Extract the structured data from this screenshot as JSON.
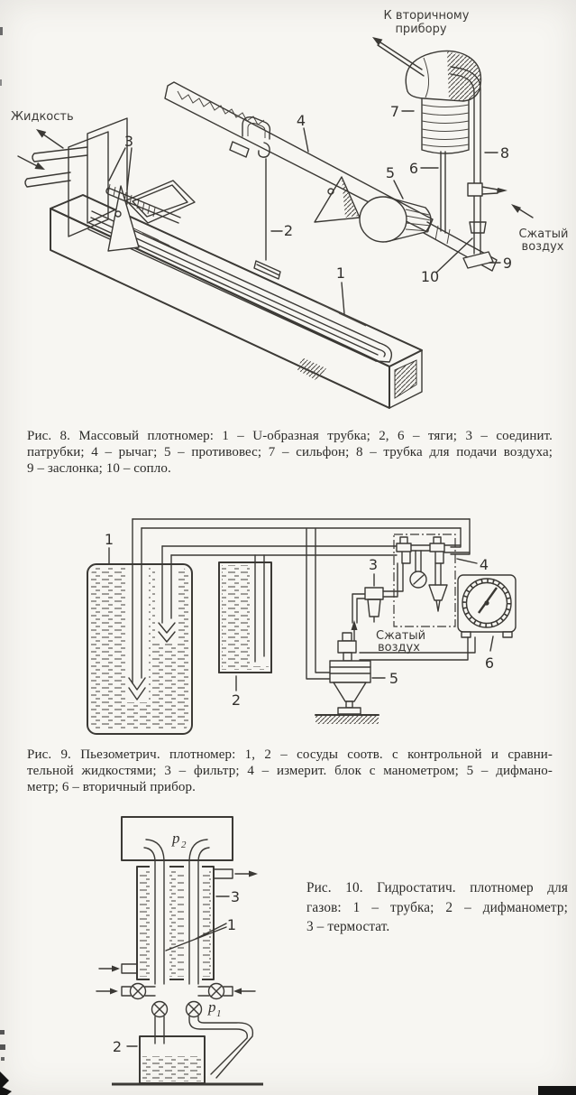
{
  "page": {
    "background": "#f7f6f2",
    "ink": "#3b3935"
  },
  "fig8": {
    "labels": {
      "liquid": "Жидкость",
      "secondary1": "К вторичному",
      "secondary2": "прибору",
      "air1": "Сжатый",
      "air2": "воздух",
      "n1": "1",
      "n2": "2",
      "n3": "3",
      "n4": "4",
      "n5": "5",
      "n6": "6",
      "n7": "7",
      "n8": "8",
      "n9": "9",
      "n10": "10"
    },
    "caption": [
      "Рис. 8. Массовый плотномер: 1 – U-образная трубка; 2, 6 – тяги; 3 – соединит.",
      "патрубки; 4 – рычаг; 5 – противовес; 7 – сильфон; 8 – трубка для подачи воздуха;",
      "9 – заслонка; 10 – сопло."
    ]
  },
  "fig9": {
    "labels": {
      "air1": "Сжатый",
      "air2": "воздух",
      "n1": "1",
      "n2": "2",
      "n3": "3",
      "n4": "4",
      "n5": "5",
      "n6": "6"
    },
    "caption": [
      "Рис. 9. Пьезометрич. плотномер: 1, 2 – сосуды соотв. с контрольной и сравни-",
      "тельной жидкостями; 3 – фильтр; 4 – измерит. блок с манометром; 5 – дифмано-",
      "метр; 6 – вторичный прибор."
    ]
  },
  "fig10": {
    "labels": {
      "n1": "1",
      "n2": "2",
      "n3": "3",
      "p": "p",
      "sub1": "1",
      "sub2": "2"
    },
    "caption": [
      "Рис. 10. Гидростатич. плотномер для",
      "газов: 1 – трубка; 2 – дифманометр;",
      "3 – термостат."
    ]
  }
}
